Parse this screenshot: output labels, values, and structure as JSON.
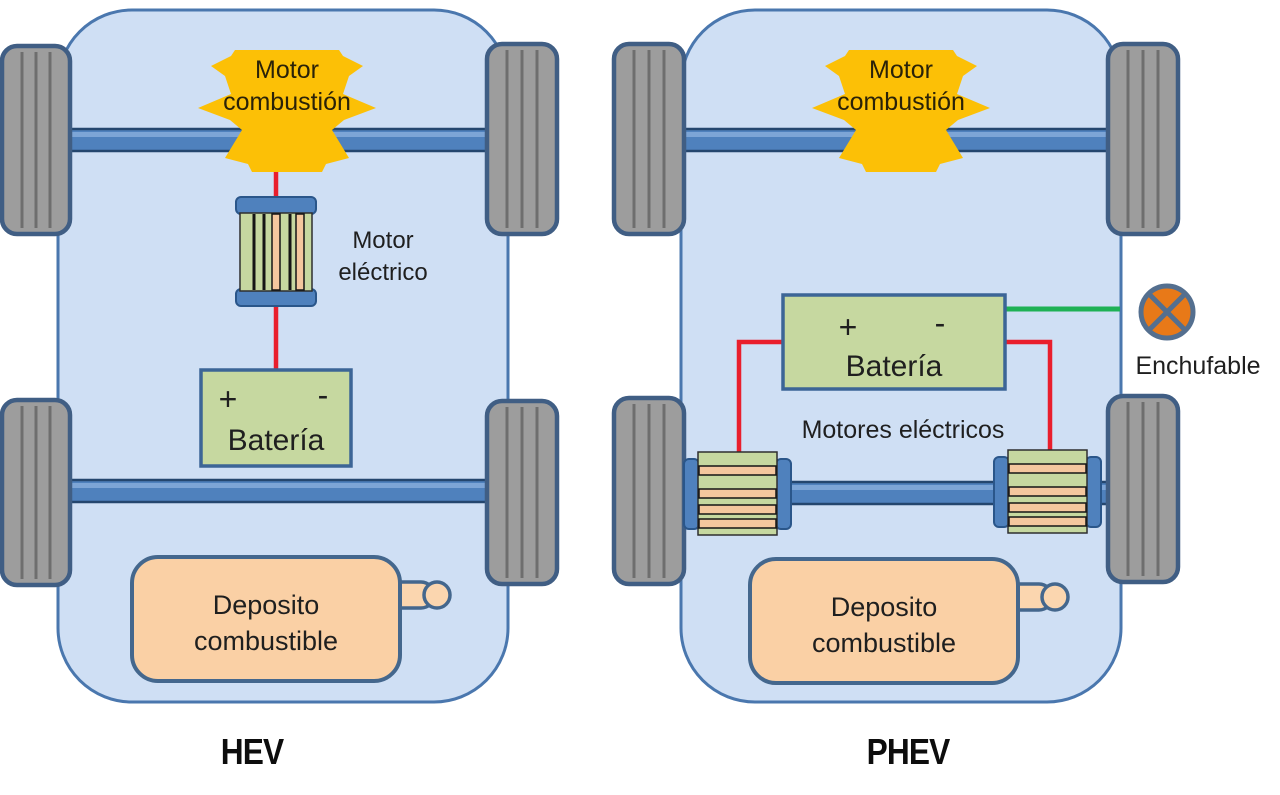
{
  "hev": {
    "caption": "HEV",
    "combustion_motor": {
      "line1": "Motor",
      "line2": "combustión"
    },
    "electric_motor_label": {
      "line1": "Motor",
      "line2": "eléctrico"
    },
    "battery": {
      "plus": "+",
      "minus": "-",
      "label": "Batería"
    },
    "fuel_tank": {
      "line1": "Deposito",
      "line2": "combustible"
    }
  },
  "phev": {
    "caption": "PHEV",
    "combustion_motor": {
      "line1": "Motor",
      "line2": "combustión"
    },
    "electric_motors_label": "Motores eléctricos",
    "battery": {
      "plus": "+",
      "minus": "-",
      "label": "Batería"
    },
    "fuel_tank": {
      "line1": "Deposito",
      "line2": "combustible"
    },
    "plug_label": "Enchufable"
  },
  "colors": {
    "car_body": "#cfdff4",
    "car_outline": "#4a77ae",
    "wheel_gray": "#9d9d9d",
    "axle_blue": "#4f81bd",
    "engine_orange": "#fcc006",
    "component_green": "#c6d8a0",
    "tank_peach": "#fad0a5",
    "wire_red": "#e91e2c",
    "wire_green": "#1eb155",
    "plug_orange": "#e87918",
    "outline_slate": "#44678d"
  }
}
